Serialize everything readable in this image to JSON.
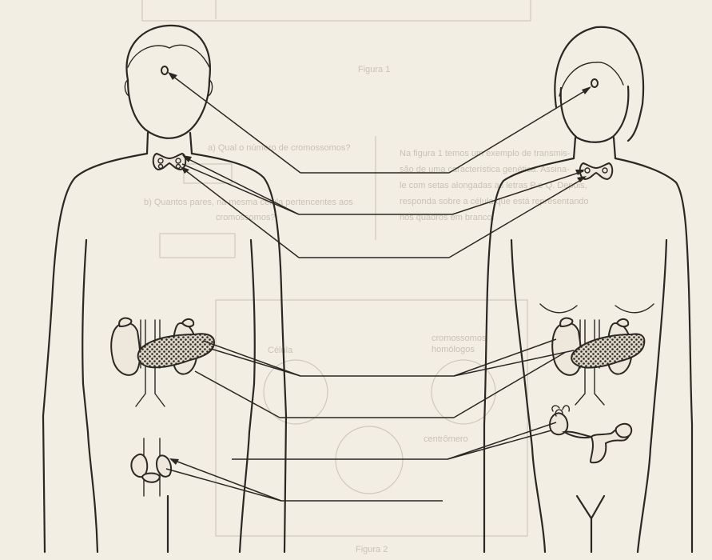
{
  "bleed_through": {
    "figure1_caption": "Figura 1",
    "question_para": [
      "Na figura 1 temos um exemplo de transmis-",
      "são de uma característica genética. Assina-",
      "le com setas alongadas as letras P e Q. Depois,",
      "responda sobre a célula que está representando",
      "nos quadros em branco."
    ],
    "question_a": "a) Qual o número de cromossomos?",
    "question_b": [
      "b) Quantos pares, na mesma célula pertencentes aos",
      "cromossomos?"
    ],
    "label_homologos": [
      "cromossomos",
      "homólogos"
    ],
    "label_celula": "Célula",
    "label_centromero": "centrômero",
    "figure2_caption": "Figura 2"
  },
  "colors": {
    "paper": "#f3eee4",
    "ink": "#2b2723",
    "bleed": "#cfc8bb"
  },
  "figures": [
    "male-body",
    "female-body"
  ],
  "glands": [
    "pineal",
    "thyroid",
    "adrenal",
    "pancreas",
    "gonads"
  ],
  "answer_lines": 7
}
